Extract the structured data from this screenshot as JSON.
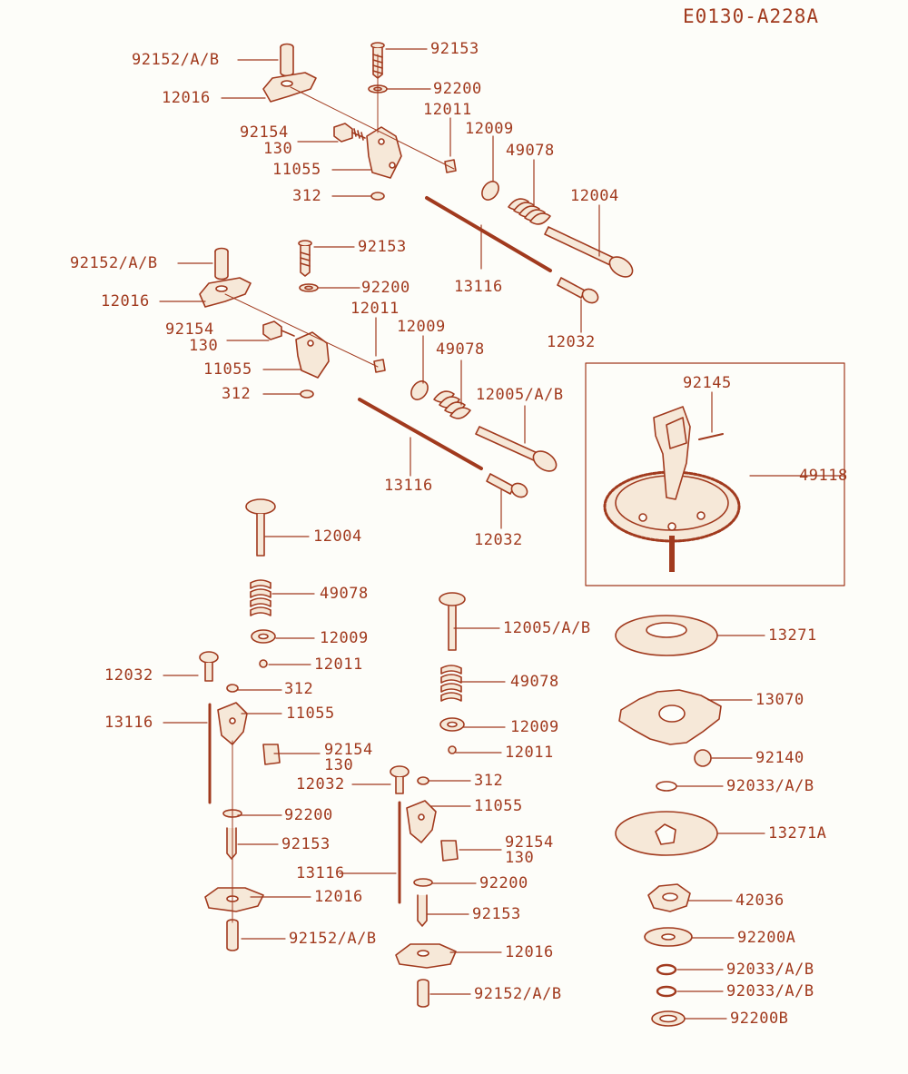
{
  "diagram_code": "E0130-A228A",
  "colors": {
    "ink": "#a13a1e",
    "paper": "#fdfdf9",
    "fill": "#f6e8d8"
  },
  "labels": {
    "l1": "92152/A/B",
    "l2": "92153",
    "l3": "12016",
    "l4": "92200",
    "l5": "12011",
    "l6": "92154",
    "l7": "130",
    "l8": "12009",
    "l9": "49078",
    "l10": "11055",
    "l11": "312",
    "l12": "12004",
    "l13": "92152/A/B",
    "l14": "92153",
    "l15": "13116",
    "l16": "12016",
    "l17": "92200",
    "l18": "12011",
    "l19": "12032",
    "l20": "92154",
    "l21": "130",
    "l22": "12009",
    "l23": "49078",
    "l24": "11055",
    "l25": "12005/A/B",
    "l26": "312",
    "l27": "92145",
    "l28": "13116",
    "l29": "49118",
    "l30": "12032",
    "l31": "12004",
    "l32": "49078",
    "l33": "12009",
    "l34": "12011",
    "l35": "12032",
    "l36": "312",
    "l37": "13116",
    "l38": "11055",
    "l39": "92154",
    "l40": "130",
    "l41": "12032",
    "l42": "92200",
    "l43": "92153",
    "l44": "13116",
    "l45": "12016",
    "l46": "92152/A/B",
    "l47": "12005/A/B",
    "l48": "49078",
    "l49": "12009",
    "l50": "12011",
    "l51": "312",
    "l52": "11055",
    "l53": "92154",
    "l54": "130",
    "l55": "92200",
    "l56": "92153",
    "l57": "12016",
    "l58": "92152/A/B",
    "l59": "13271",
    "l60": "13070",
    "l61": "92140",
    "l62": "92033/A/B",
    "l63": "13271A",
    "l64": "42036",
    "l65": "92200A",
    "l66": "92033/A/B",
    "l67": "92033/A/B",
    "l68": "92200B"
  }
}
